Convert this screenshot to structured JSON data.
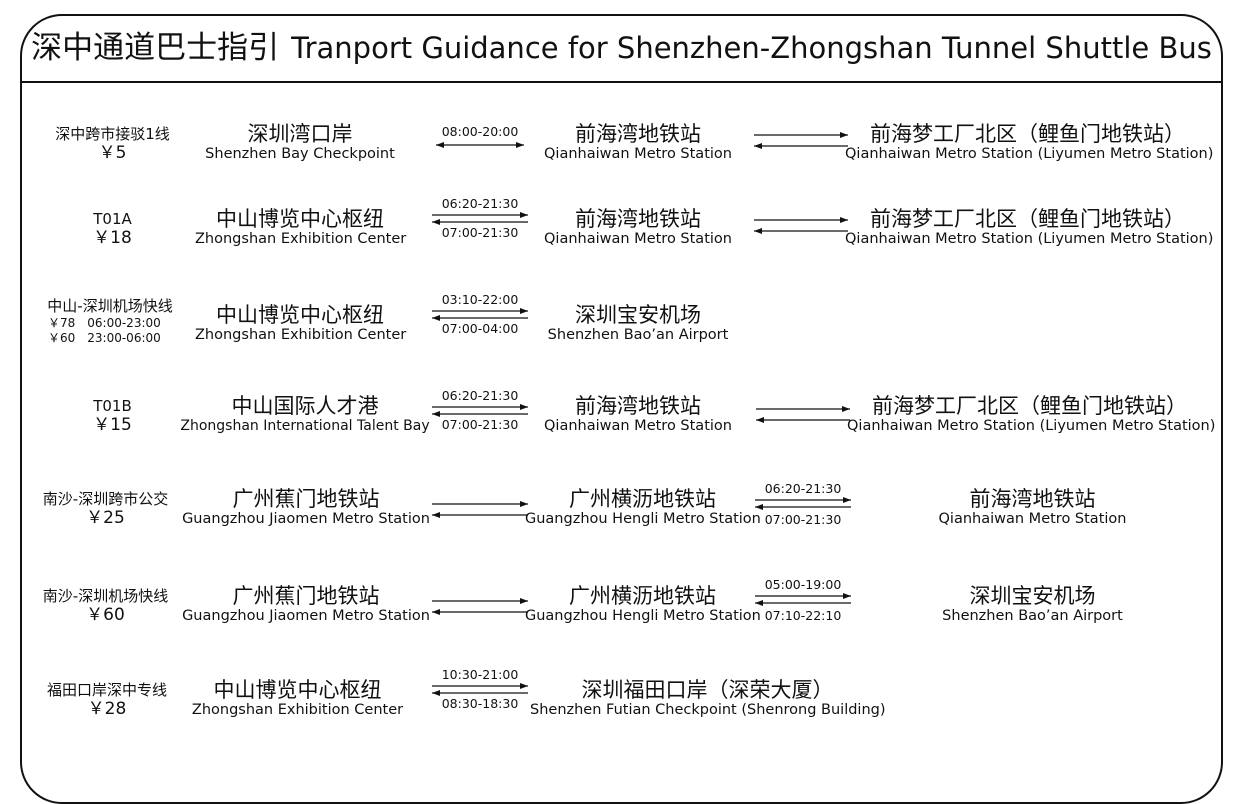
{
  "title": {
    "zh": "深中通道巴士指引",
    "en": "Tranport Guidance for Shenzhen-Zhongshan Tunnel Shuttle Bus"
  },
  "routes": [
    {
      "name": "深中跨市接驳1线",
      "price": "￥5",
      "origin": {
        "zh": "深圳湾口岸",
        "en": "Shenzhen Bay Checkpoint"
      },
      "leg1": {
        "top": "08:00-20:00",
        "bottom": ""
      },
      "mid": {
        "zh": "前海湾地铁站",
        "en": "Qianhaiwan Metro Station"
      },
      "leg2": {
        "top": "",
        "bottom": ""
      },
      "dest": {
        "zh": "前海梦工厂北区（鲤鱼门地铁站）",
        "en": "Qianhaiwan Metro Station (Liyumen Metro Station)"
      }
    },
    {
      "name": "T01A",
      "price": "￥18",
      "origin": {
        "zh": "中山博览中心枢纽",
        "en": "Zhongshan Exhibition Center"
      },
      "leg1": {
        "top": "06:20-21:30",
        "bottom": "07:00-21:30"
      },
      "mid": {
        "zh": "前海湾地铁站",
        "en": "Qianhaiwan Metro Station"
      },
      "dest": {
        "zh": "前海梦工厂北区（鲤鱼门地铁站）",
        "en": "Qianhaiwan Metro Station (Liyumen Metro Station)"
      }
    },
    {
      "name": "中山-深圳机场快线",
      "price_lines": [
        "￥78　06:00-23:00",
        "￥60　23:00-06:00"
      ],
      "origin": {
        "zh": "中山博览中心枢纽",
        "en": "Zhongshan Exhibition Center"
      },
      "leg1": {
        "top": "03:10-22:00",
        "bottom": "07:00-04:00"
      },
      "mid": {
        "zh": "深圳宝安机场",
        "en": "Shenzhen Bao’an Airport"
      }
    },
    {
      "name": "T01B",
      "price": "￥15",
      "origin": {
        "zh": "中山国际人才港",
        "en": "Zhongshan International Talent Bay"
      },
      "leg1": {
        "top": "06:20-21:30",
        "bottom": "07:00-21:30"
      },
      "mid": {
        "zh": "前海湾地铁站",
        "en": "Qianhaiwan Metro Station"
      },
      "dest": {
        "zh": "前海梦工厂北区（鲤鱼门地铁站）",
        "en": "Qianhaiwan Metro Station (Liyumen Metro Station)"
      }
    },
    {
      "name": "南沙-深圳跨市公交",
      "price": "￥25",
      "origin": {
        "zh": "广州蕉门地铁站",
        "en": "Guangzhou Jiaomen Metro Station"
      },
      "mid": {
        "zh": "广州横沥地铁站",
        "en": "Guangzhou Hengli Metro Station"
      },
      "leg2": {
        "top": "06:20-21:30",
        "bottom": "07:00-21:30"
      },
      "dest": {
        "zh": "前海湾地铁站",
        "en": "Qianhaiwan Metro Station"
      }
    },
    {
      "name": "南沙-深圳机场快线",
      "price": "￥60",
      "origin": {
        "zh": "广州蕉门地铁站",
        "en": "Guangzhou Jiaomen Metro Station"
      },
      "mid": {
        "zh": "广州横沥地铁站",
        "en": "Guangzhou Hengli Metro Station"
      },
      "leg2": {
        "top": "05:00-19:00",
        "bottom": "07:10-22:10"
      },
      "dest": {
        "zh": "深圳宝安机场",
        "en": "Shenzhen Bao’an Airport"
      }
    },
    {
      "name": "福田口岸深中专线",
      "price": "￥28",
      "origin": {
        "zh": "中山博览中心枢纽",
        "en": "Zhongshan Exhibition Center"
      },
      "leg1": {
        "top": "10:30-21:00",
        "bottom": "08:30-18:30"
      },
      "mid": {
        "zh": "深圳福田口岸（深荣大厦）",
        "en": "Shenzhen Futian Checkpoint (Shenrong Building)"
      }
    }
  ]
}
